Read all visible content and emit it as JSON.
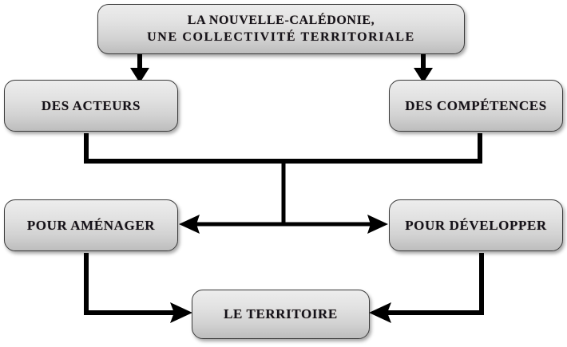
{
  "diagram": {
    "type": "flowchart",
    "title_node": {
      "id": "nouvelle-caledonie",
      "line1": "LA NOUVELLE-CALÉDONIE,",
      "line2": "UNE COLLECTIVITÉ  TERRITORIALE"
    },
    "nodes": [
      {
        "id": "des-acteurs",
        "label": "DES ACTEURS"
      },
      {
        "id": "des-competences",
        "label": "DES COMPÉTENCES"
      },
      {
        "id": "pour-amenager",
        "label": "POUR AMÉNAGER"
      },
      {
        "id": "pour-developper",
        "label": "POUR DÉVELOPPER"
      },
      {
        "id": "le-territoire",
        "label": "LE TERRITOIRE"
      }
    ],
    "edges": [
      {
        "from": "nouvelle-caledonie",
        "to": "des-acteurs",
        "style": "arrow-down"
      },
      {
        "from": "nouvelle-caledonie",
        "to": "des-competences",
        "style": "arrow-down"
      },
      {
        "from": "des-acteurs",
        "to": "junction",
        "style": "elbow-plain"
      },
      {
        "from": "des-competences",
        "to": "junction",
        "style": "elbow-plain"
      },
      {
        "from": "junction",
        "to": "pour-amenager",
        "style": "arrow-left"
      },
      {
        "from": "junction",
        "to": "pour-developper",
        "style": "arrow-right"
      },
      {
        "from": "pour-amenager",
        "to": "le-territoire",
        "style": "elbow-arrow-right"
      },
      {
        "from": "pour-developper",
        "to": "le-territoire",
        "style": "elbow-arrow-left"
      }
    ],
    "colors": {
      "line": "#000000",
      "node_border": "#3a3a3a",
      "node_fill_top": "#ededed",
      "node_fill_bottom": "#bdbdbd",
      "text": "#14121a",
      "background": "#ffffff"
    }
  }
}
